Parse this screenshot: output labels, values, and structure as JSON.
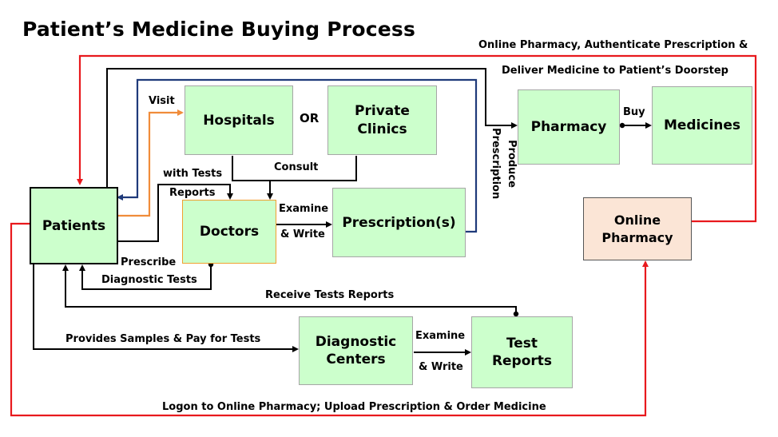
{
  "title": "Patient’s Medicine Buying Process",
  "nodes": {
    "patients": "Patients",
    "hospitals": "Hospitals",
    "or": "OR",
    "private_clinics_1": "Private",
    "private_clinics_2": "Clinics",
    "doctors": "Doctors",
    "prescriptions": "Prescription(s)",
    "pharmacy": "Pharmacy",
    "medicines": "Medicines",
    "online_pharmacy_1": "Online",
    "online_pharmacy_2": "Pharmacy",
    "diagnostic_centers_1": "Diagnostic",
    "diagnostic_centers_2": "Centers",
    "test_reports_1": "Test",
    "test_reports_2": "Reports"
  },
  "edges": {
    "online_top_1": "Online Pharmacy, Authenticate Prescription &",
    "online_top_2": "Deliver Medicine to Patient’s Doorstep",
    "visit": "Visit",
    "with_tests": "with Tests",
    "reports": "Reports",
    "consult": "Consult",
    "examine_1": "Examine",
    "write_1": "& Write",
    "produce": "Produce",
    "prescription": "Prescription",
    "buy": "Buy",
    "prescribe": "Prescribe",
    "diagnostic_tests": "Diagnostic Tests",
    "receive_tests": "Receive Tests Reports",
    "provides_samples": "Provides Samples & Pay for Tests",
    "examine_2": "Examine",
    "write_2": "& Write",
    "logon": "Logon to Online Pharmacy; Upload  Prescription & Order Medicine"
  },
  "colors": {
    "box_green": "#ccffcc",
    "box_peach": "#fbe5d6",
    "online_line": "#e8191d",
    "visit_line": "#f08c3a",
    "prescription_line": "#1f3a7a",
    "black_line": "#000000"
  }
}
